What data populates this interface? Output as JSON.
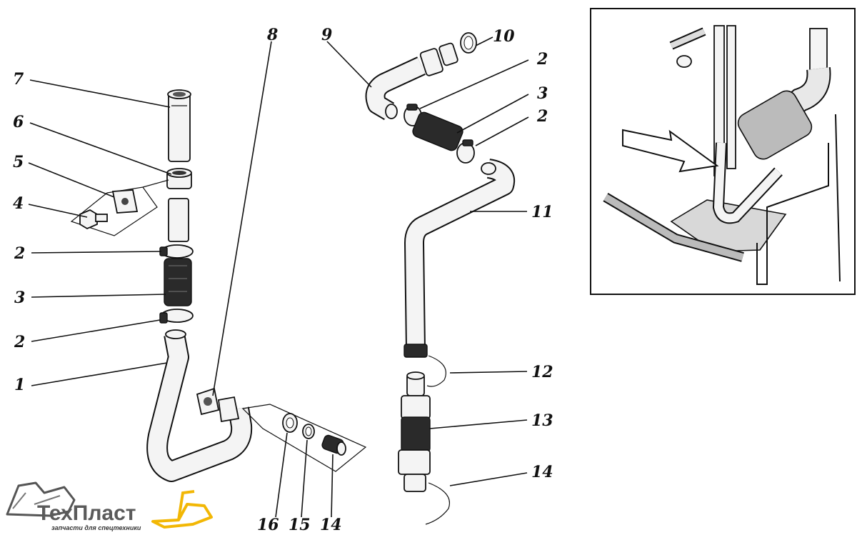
{
  "callouts": {
    "c1": "1",
    "c2a": "2",
    "c2b": "2",
    "c3a": "3",
    "c4": "4",
    "c5": "5",
    "c6": "6",
    "c7": "7",
    "c8": "8",
    "c9": "9",
    "c10": "10",
    "c2c": "2",
    "c3b": "3",
    "c2d": "2",
    "c11": "11",
    "c12": "12",
    "c13": "13",
    "c14a": "14",
    "c16": "16",
    "c15": "15",
    "c14b": "14"
  },
  "logo": {
    "brand": "ТехПласт",
    "tagline": "запчасти для спецтехники",
    "accent_color": "#f2b705",
    "text_color": "#5a5a5a"
  },
  "inset": {
    "arrow_icon": "pointer-arrow-icon"
  }
}
